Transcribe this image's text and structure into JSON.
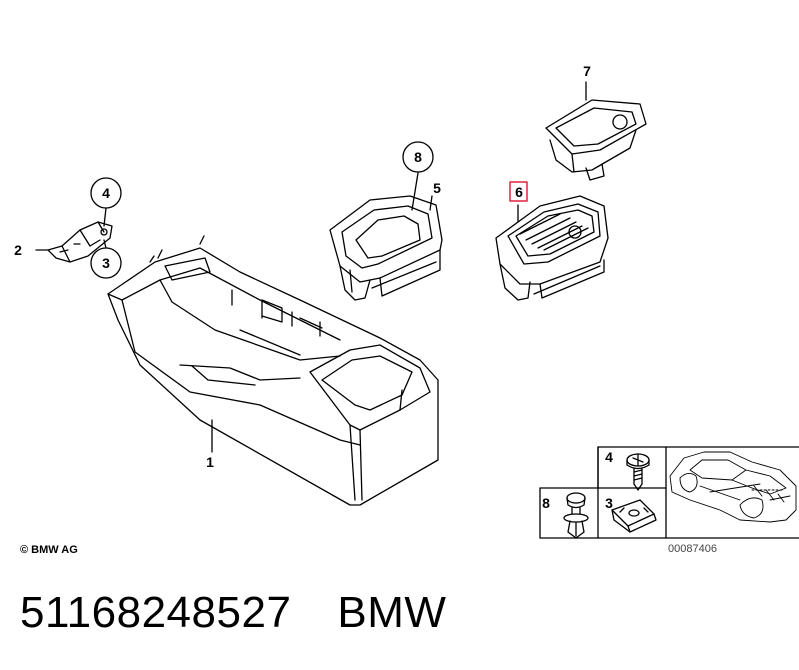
{
  "diagram": {
    "callouts": {
      "c1": "1",
      "c2": "2",
      "c3": "3",
      "c4": "4",
      "c5": "5",
      "c6": "6",
      "c7": "7",
      "c8": "8"
    },
    "copyright": "© BMW AG",
    "inset": {
      "label_4": "4",
      "label_8": "8",
      "label_3": "3",
      "reference": "00087406"
    },
    "colors": {
      "line": "#000000",
      "highlight": "#e0243a",
      "panel": "#ffffff"
    },
    "icons": [
      "center-console",
      "bracket",
      "ashtray-insert",
      "tray",
      "screw",
      "clip",
      "nut",
      "car"
    ]
  },
  "footer": {
    "part_number": "51168248527",
    "brand": "BMW"
  }
}
